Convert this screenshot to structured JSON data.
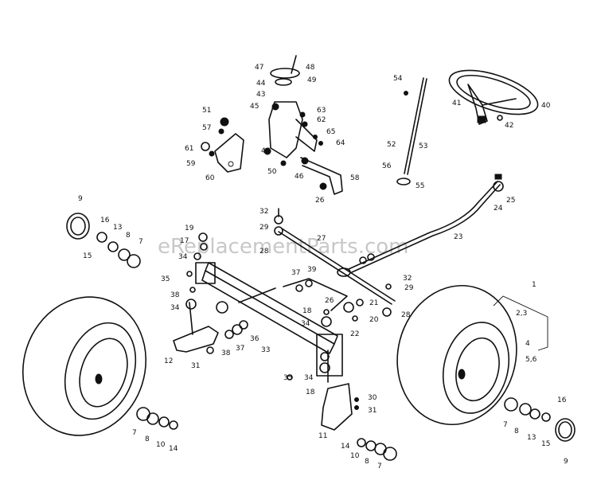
{
  "watermark": "eReplacementParts.com",
  "labels": [
    {
      "id": "47",
      "text": "47"
    },
    {
      "id": "48",
      "text": "48"
    },
    {
      "id": "44",
      "text": "44"
    },
    {
      "id": "49",
      "text": "49"
    },
    {
      "id": "43",
      "text": "43"
    },
    {
      "id": "45",
      "text": "45"
    },
    {
      "id": "63",
      "text": "63"
    },
    {
      "id": "62",
      "text": "62"
    },
    {
      "id": "65",
      "text": "65"
    },
    {
      "id": "64",
      "text": "64"
    },
    {
      "id": "46a",
      "text": "46"
    },
    {
      "id": "46b",
      "text": "46"
    },
    {
      "id": "50",
      "text": "50"
    },
    {
      "id": "58",
      "text": "58"
    },
    {
      "id": "26a",
      "text": "26"
    },
    {
      "id": "51",
      "text": "51"
    },
    {
      "id": "57",
      "text": "57"
    },
    {
      "id": "61",
      "text": "61"
    },
    {
      "id": "59",
      "text": "59"
    },
    {
      "id": "60",
      "text": "60"
    },
    {
      "id": "54",
      "text": "54"
    },
    {
      "id": "52",
      "text": "52"
    },
    {
      "id": "53",
      "text": "53"
    },
    {
      "id": "56",
      "text": "56"
    },
    {
      "id": "55",
      "text": "55"
    },
    {
      "id": "41",
      "text": "41"
    },
    {
      "id": "40",
      "text": "40"
    },
    {
      "id": "42",
      "text": "42"
    },
    {
      "id": "24",
      "text": "24"
    },
    {
      "id": "25",
      "text": "25"
    },
    {
      "id": "23",
      "text": "23"
    },
    {
      "id": "32a",
      "text": "32"
    },
    {
      "id": "29a",
      "text": "29"
    },
    {
      "id": "27",
      "text": "27"
    },
    {
      "id": "28a",
      "text": "28"
    },
    {
      "id": "29b",
      "text": "29"
    },
    {
      "id": "32b",
      "text": "32"
    },
    {
      "id": "9a",
      "text": "9"
    },
    {
      "id": "16a",
      "text": "16"
    },
    {
      "id": "13a",
      "text": "13"
    },
    {
      "id": "8a",
      "text": "8"
    },
    {
      "id": "7a",
      "text": "7"
    },
    {
      "id": "15a",
      "text": "15"
    },
    {
      "id": "19",
      "text": "19"
    },
    {
      "id": "17",
      "text": "17"
    },
    {
      "id": "34a",
      "text": "34"
    },
    {
      "id": "35a",
      "text": "35"
    },
    {
      "id": "37a",
      "text": "37"
    },
    {
      "id": "39",
      "text": "39"
    },
    {
      "id": "38a",
      "text": "38"
    },
    {
      "id": "34b",
      "text": "34"
    },
    {
      "id": "26b",
      "text": "26"
    },
    {
      "id": "21",
      "text": "21"
    },
    {
      "id": "20",
      "text": "20"
    },
    {
      "id": "28b",
      "text": "28"
    },
    {
      "id": "22",
      "text": "22"
    },
    {
      "id": "18a",
      "text": "18"
    },
    {
      "id": "34c",
      "text": "34"
    },
    {
      "id": "36",
      "text": "36"
    },
    {
      "id": "33",
      "text": "33"
    },
    {
      "id": "37b",
      "text": "37"
    },
    {
      "id": "38b",
      "text": "38"
    },
    {
      "id": "12",
      "text": "12"
    },
    {
      "id": "31a",
      "text": "31"
    },
    {
      "id": "35b",
      "text": "35"
    },
    {
      "id": "34d",
      "text": "34"
    },
    {
      "id": "18b",
      "text": "18"
    },
    {
      "id": "30",
      "text": "30"
    },
    {
      "id": "31b",
      "text": "31"
    },
    {
      "id": "11",
      "text": "11"
    },
    {
      "id": "14a",
      "text": "14"
    },
    {
      "id": "10a",
      "text": "10"
    },
    {
      "id": "8b",
      "text": "8"
    },
    {
      "id": "7b",
      "text": "7"
    },
    {
      "id": "7c",
      "text": "7"
    },
    {
      "id": "8c",
      "text": "8"
    },
    {
      "id": "10b",
      "text": "10"
    },
    {
      "id": "14b",
      "text": "14"
    },
    {
      "id": "1",
      "text": "1"
    },
    {
      "id": "23b",
      "text": "2,3"
    },
    {
      "id": "4",
      "text": "4"
    },
    {
      "id": "56b",
      "text": "5,6"
    },
    {
      "id": "16b",
      "text": "16"
    },
    {
      "id": "7d",
      "text": "7"
    },
    {
      "id": "8d",
      "text": "8"
    },
    {
      "id": "13b",
      "text": "13"
    },
    {
      "id": "15b",
      "text": "15"
    },
    {
      "id": "9b",
      "text": "9"
    }
  ]
}
